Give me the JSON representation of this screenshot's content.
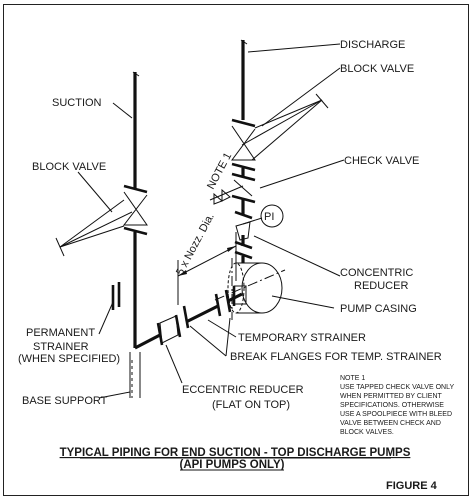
{
  "labels": {
    "discharge": "DISCHARGE",
    "block_valve_top": "BLOCK VALVE",
    "suction": "SUCTION",
    "check_valve": "CHECK VALVE",
    "note_ref": "NOTE 1",
    "block_valve_left": "BLOCK VALVE",
    "pi": "PI",
    "concentric_reducer_1": "CONCENTRIC",
    "concentric_reducer_2": "REDUCER",
    "nozzle_dim": "5 x Nozz. Dia.",
    "pump_casing": "PUMP CASING",
    "permanent_strainer_1": "PERMANENT",
    "permanent_strainer_2": "STRAINER",
    "permanent_strainer_3": "(WHEN SPECIFIED)",
    "temporary_strainer": "TEMPORARY STRAINER",
    "break_flanges": "BREAK FLANGES FOR TEMP. STRAINER",
    "base_support": "BASE SUPPORT",
    "eccentric_reducer_1": "ECCENTRIC REDUCER",
    "eccentric_reducer_2": "(FLAT ON TOP)"
  },
  "note": {
    "heading": "NOTE 1",
    "lines": [
      "USE TAPPED CHECK VALVE ONLY",
      "WHEN PERMITTED BY CLIENT",
      "SPECIFICATIONS. OTHERWISE",
      "USE A SPOOLPIECE WITH BLEED",
      "VALVE BETWEEN CHECK AND",
      "BLOCK VALVES."
    ]
  },
  "title": {
    "line1": "TYPICAL PIPING FOR END SUCTION - TOP DISCHARGE PUMPS",
    "line2": "(API PUMPS ONLY)"
  },
  "figure_label": "FIGURE 4"
}
